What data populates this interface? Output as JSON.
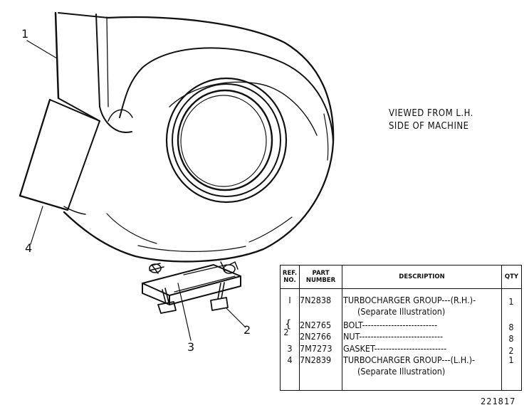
{
  "callouts": {
    "c1": "1",
    "c2": "2",
    "c3": "3",
    "c4": "4"
  },
  "view_note": {
    "line1": "VIEWED FROM L.H.",
    "line2": "SIDE OF MACHINE"
  },
  "table": {
    "headers": {
      "ref": "REF. NO.",
      "part": "PART NUMBER",
      "description": "DESCRIPTION",
      "qty": "QTY"
    },
    "rows": [
      {
        "ref": "I",
        "part": "7N2838",
        "description": "TURBOCHARGER GROUP---(R.H.)-",
        "qty": "1"
      },
      {
        "ref": "",
        "part": "",
        "description": "(Separate Illustration)",
        "qty": ""
      },
      {
        "ref": "",
        "part": "2N2765",
        "description": "BOLT--------------------------",
        "qty": "8"
      },
      {
        "ref": "2",
        "part": "2N2766",
        "description": "NUT-----------------------------",
        "qty": "8"
      },
      {
        "ref": "3",
        "part": "7M7273",
        "description": "GASKET-------------------------",
        "qty": "2"
      },
      {
        "ref": "4",
        "part": "7N2839",
        "description": "TURBOCHARGER GROUP---(L.H.)-",
        "qty": "1"
      },
      {
        "ref": "",
        "part": "",
        "description": "(Separate Illustration)",
        "qty": ""
      }
    ]
  },
  "figure_number": "221817"
}
